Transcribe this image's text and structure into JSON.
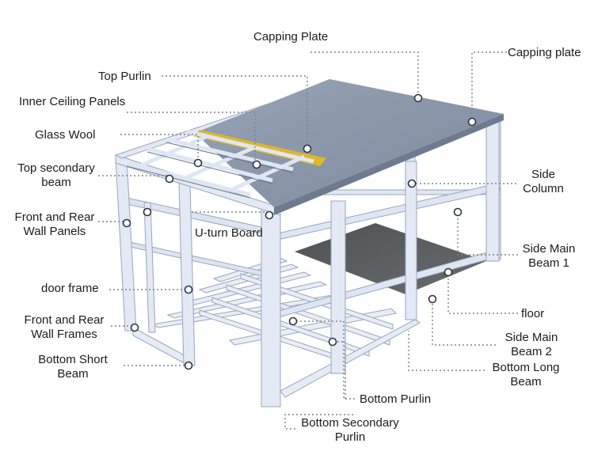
{
  "labels": {
    "capping_plate_top": "Capping Plate",
    "capping_plate_right": "Capping plate",
    "top_purlin": "Top Purlin",
    "inner_ceiling_panels": "Inner Ceiling Panels",
    "glass_wool": "Glass Wool",
    "top_secondary_beam": [
      "Top secondary",
      "beam"
    ],
    "side_column": [
      "Side",
      "Column"
    ],
    "front_rear_wall_panels": [
      "Front and Rear",
      "Wall Panels"
    ],
    "u_turn_board": "U-turn Board",
    "side_main_beam_1": [
      "Side Main",
      "Beam 1"
    ],
    "door_frame": "door frame",
    "floor": "floor",
    "front_rear_wall_frames": [
      "Front and Rear",
      "Wall Frames"
    ],
    "side_main_beam_2": [
      "Side Main",
      "Beam 2"
    ],
    "bottom_short_beam": [
      "Bottom Short",
      "Beam"
    ],
    "bottom_long_beam": [
      "Bottom Long",
      "Beam"
    ],
    "bottom_purlin": "Bottom Purlin",
    "bottom_secondary_purlin": [
      "Bottom Secondary",
      "Purlin"
    ]
  },
  "colors": {
    "frame": "#dfe6f3",
    "frame_edge": "#9aa6bb",
    "roof": "#8693a6",
    "glass_wool": "#e0b62a",
    "floor_panel": "#5b5e60",
    "marker": "#2e3340",
    "leader": "#7e838d"
  }
}
